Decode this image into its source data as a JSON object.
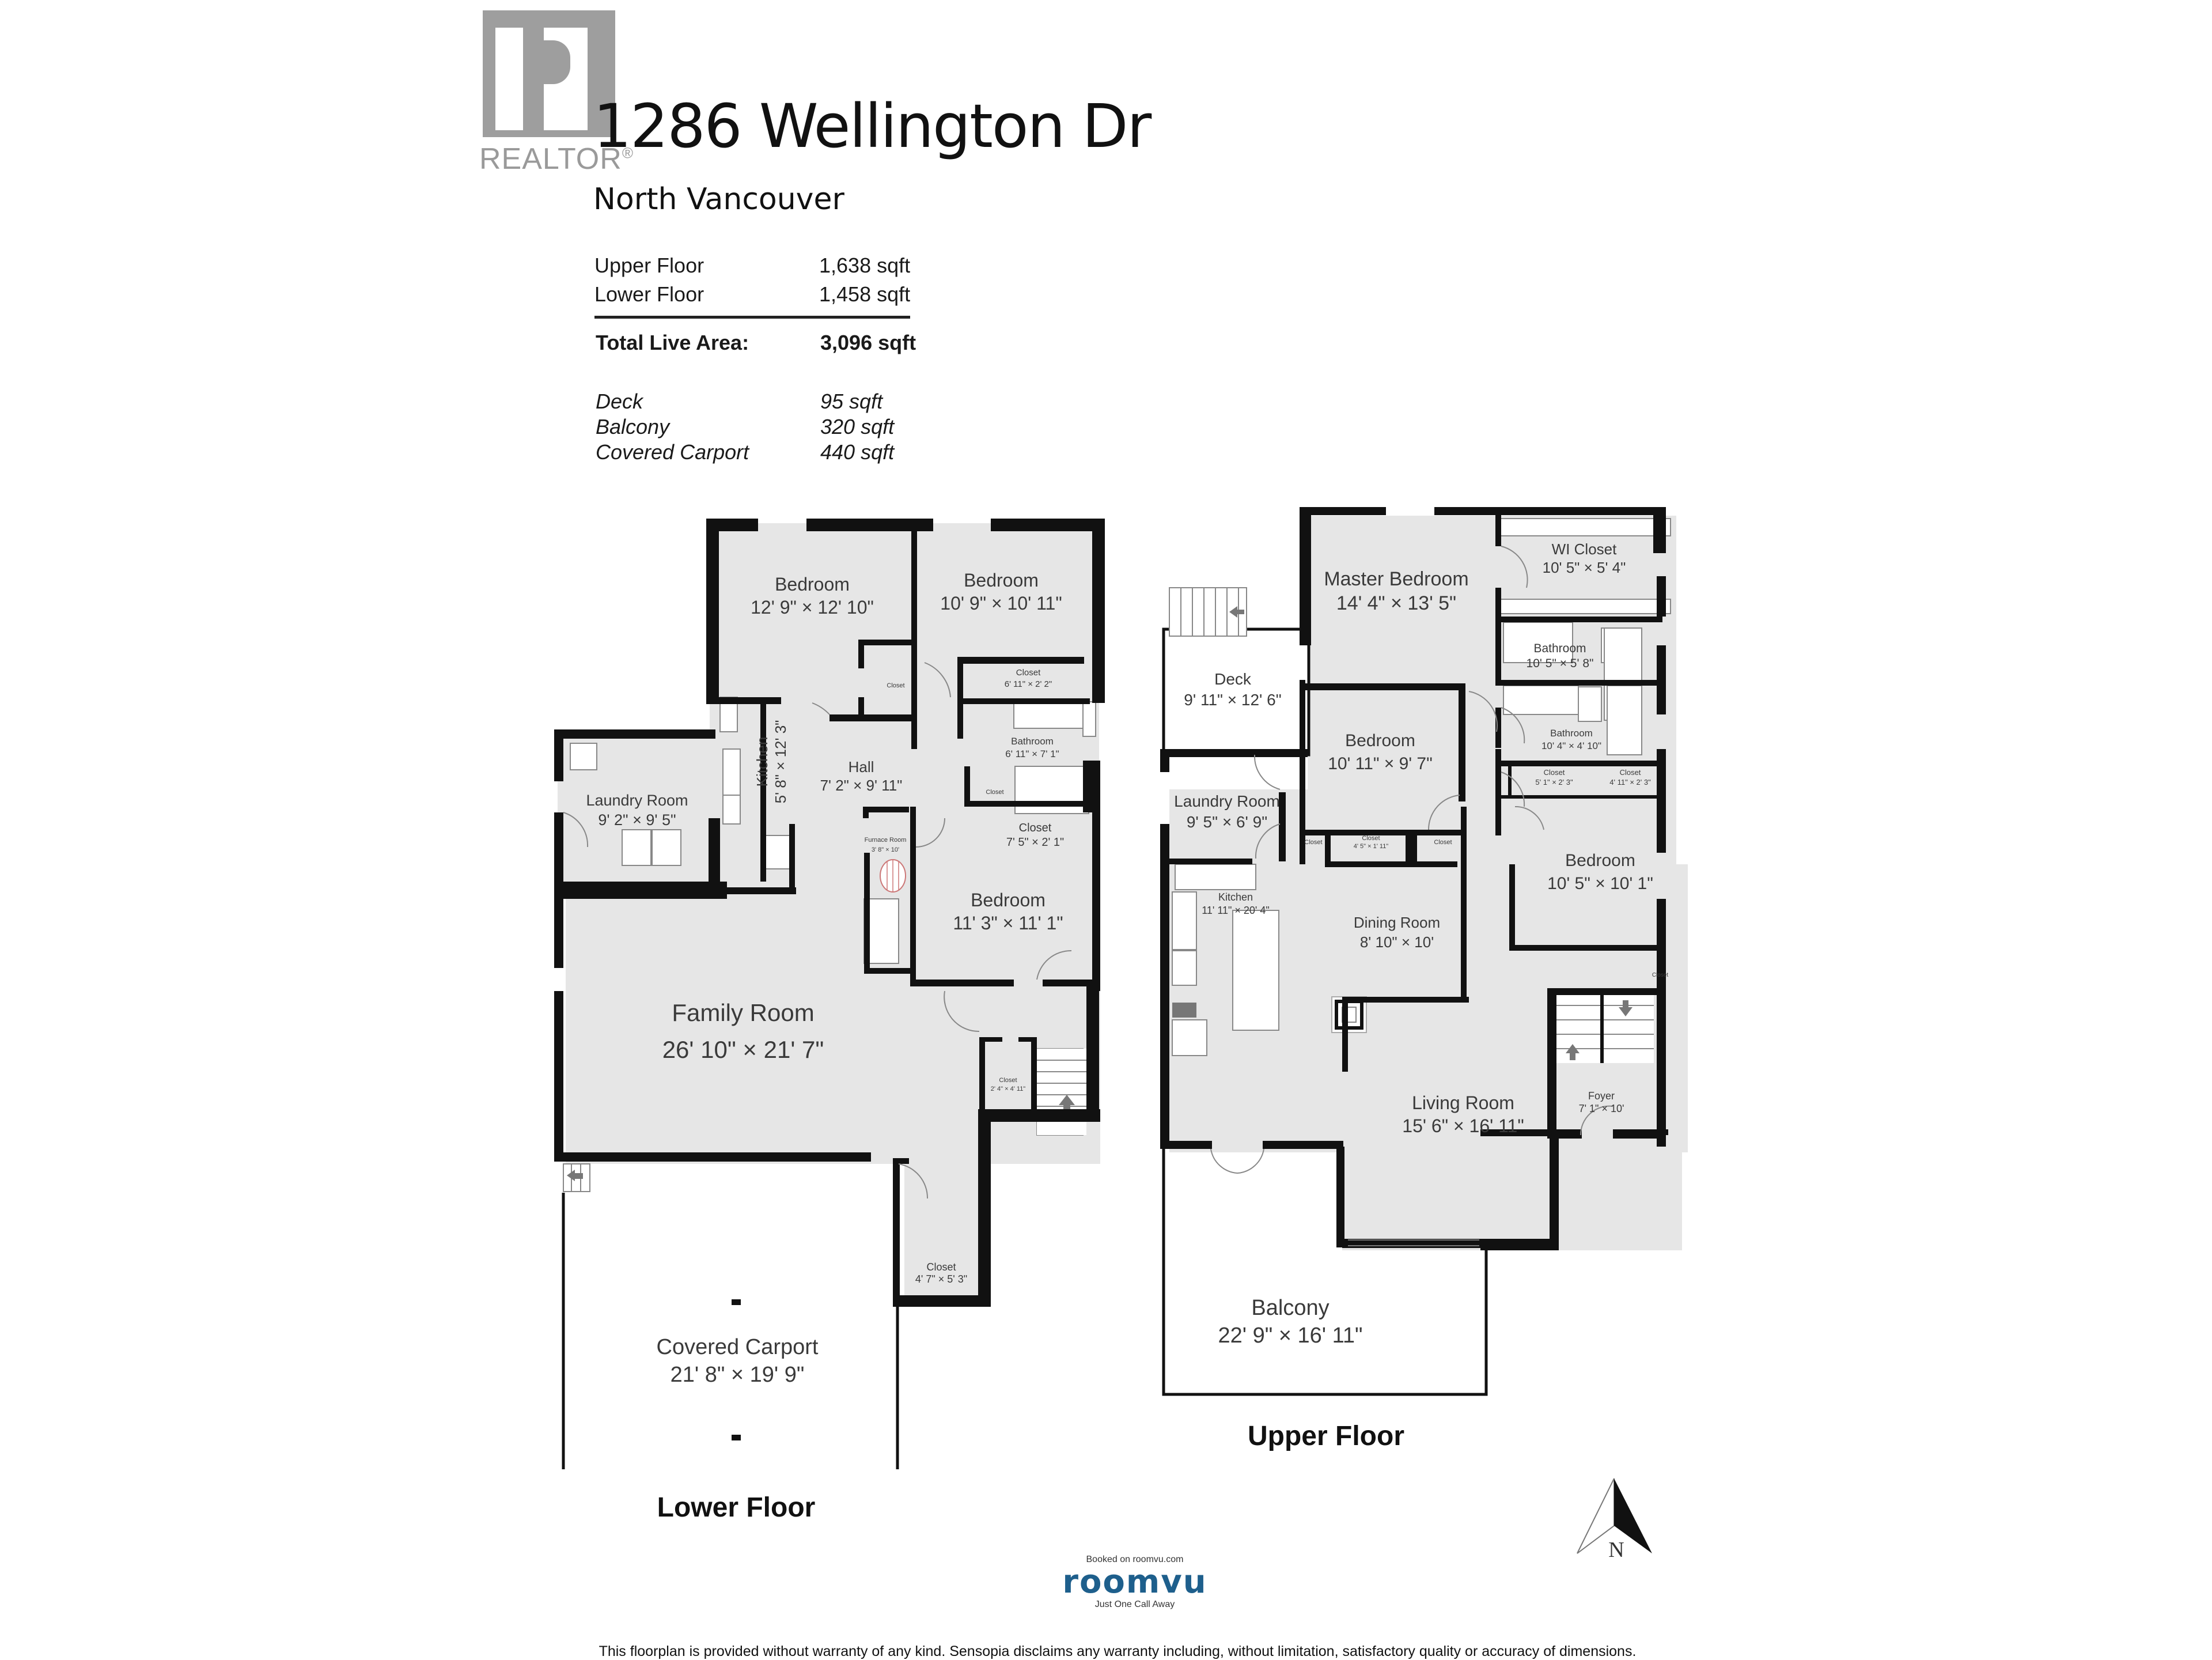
{
  "header": {
    "logo_text": "REALTOR",
    "logo_mark": "®",
    "address": "1286 Wellington Dr",
    "city": "North Vancouver"
  },
  "areas": {
    "live": [
      {
        "label": "Upper Floor",
        "value": "1,638 sqft"
      },
      {
        "label": "Lower Floor",
        "value": "1,458 sqft"
      }
    ],
    "total": {
      "label": "Total Live Area:",
      "value": "3,096 sqft"
    },
    "outdoor": [
      {
        "label": "Deck",
        "value": "95 sqft"
      },
      {
        "label": "Balcony",
        "value": "320 sqft"
      },
      {
        "label": "Covered Carport",
        "value": "440 sqft"
      }
    ]
  },
  "colors": {
    "wall": "#111111",
    "floor": "#e6e6e6",
    "outdoor": "#ffffff",
    "realtor_gray": "#9e9e9e",
    "roomvu_blue": "#1e5f8c"
  },
  "lower_floor": {
    "title": "Lower Floor",
    "rooms": [
      {
        "name": "Bedroom",
        "dims": "12' 9\" × 12' 10\"",
        "size": "large"
      },
      {
        "name": "Bedroom",
        "dims": "10' 9\" × 10' 11\"",
        "size": "large"
      },
      {
        "name": "Closet",
        "dims": "",
        "size": "tiny"
      },
      {
        "name": "Closet",
        "dims": "6' 11\" × 2' 2\"",
        "size": "small"
      },
      {
        "name": "Bathroom",
        "dims": "6' 11\" × 7' 1\"",
        "size": "small"
      },
      {
        "name": "Kitchen",
        "dims": "5' 8\" × 12' 3\"",
        "size": "medium"
      },
      {
        "name": "Hall",
        "dims": "7' 2\" × 9' 11\"",
        "size": "medium"
      },
      {
        "name": "Closet",
        "dims": "",
        "size": "tiny"
      },
      {
        "name": "Laundry Room",
        "dims": "9' 2\" × 9' 5\"",
        "size": "medium"
      },
      {
        "name": "Furnace Room",
        "dims": "3' 8\" × 10'",
        "size": "tiny"
      },
      {
        "name": "Closet",
        "dims": "7' 5\" × 2' 1\"",
        "size": "small"
      },
      {
        "name": "Bedroom",
        "dims": "11' 3\" × 11' 1\"",
        "size": "large"
      },
      {
        "name": "Family Room",
        "dims": "26' 10\" × 21' 7\"",
        "size": "xlarge"
      },
      {
        "name": "Closet",
        "dims": "2' 4\" × 4' 11\"",
        "size": "tiny"
      },
      {
        "name": "Closet",
        "dims": "4' 7\" × 5' 3\"",
        "size": "small"
      },
      {
        "name": "Covered Carport",
        "dims": "21' 8\" × 19' 9\"",
        "size": "large"
      }
    ]
  },
  "upper_floor": {
    "title": "Upper Floor",
    "rooms": [
      {
        "name": "Master Bedroom",
        "dims": "14' 4\" × 13' 5\"",
        "size": "large"
      },
      {
        "name": "WI Closet",
        "dims": "10' 5\" × 5' 4\"",
        "size": "medium"
      },
      {
        "name": "Bathroom",
        "dims": "10' 5\" × 5' 8\"",
        "size": "small"
      },
      {
        "name": "Bathroom",
        "dims": "10' 4\" × 4' 10\"",
        "size": "small"
      },
      {
        "name": "Deck",
        "dims": "9' 11\" × 12' 6\"",
        "size": "medium"
      },
      {
        "name": "Bedroom",
        "dims": "10' 11\" × 9' 7\"",
        "size": "large"
      },
      {
        "name": "Laundry Room",
        "dims": "9' 5\" × 6' 9\"",
        "size": "medium"
      },
      {
        "name": "Closet",
        "dims": "",
        "size": "tiny"
      },
      {
        "name": "Closet",
        "dims": "4' 5\" × 1' 11\"",
        "size": "tiny"
      },
      {
        "name": "Closet",
        "dims": "",
        "size": "tiny"
      },
      {
        "name": "Closet",
        "dims": "5' 1\" × 2' 3\"",
        "size": "tiny"
      },
      {
        "name": "Closet",
        "dims": "4' 11\" × 2' 3\"",
        "size": "tiny"
      },
      {
        "name": "Bedroom",
        "dims": "10' 5\" × 10' 1\"",
        "size": "large"
      },
      {
        "name": "Kitchen",
        "dims": "11' 11\" × 20' 4\"",
        "size": "small"
      },
      {
        "name": "Dining Room",
        "dims": "8' 10\" × 10'",
        "size": "medium"
      },
      {
        "name": "Closet",
        "dims": "",
        "size": "tiny"
      },
      {
        "name": "Living Room",
        "dims": "15' 6\" × 16' 11\"",
        "size": "large"
      },
      {
        "name": "Foyer",
        "dims": "7' 1\" × 10'",
        "size": "small"
      },
      {
        "name": "Balcony",
        "dims": "22' 9\" × 16' 11\"",
        "size": "large"
      }
    ]
  },
  "branding": {
    "booked": "Booked on roomvu.com",
    "brand": "roomvu",
    "tagline": "Just One Call Away"
  },
  "compass": {
    "label": "N"
  },
  "disclaimer": "This floorplan is provided without warranty of any kind. Sensopia disclaims any warranty including, without limitation, satisfactory quality or accuracy of dimensions."
}
